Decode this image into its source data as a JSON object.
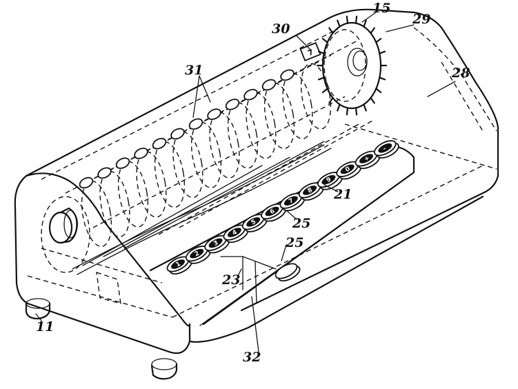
{
  "figure": {
    "reference_numerals": {
      "r15": "15",
      "r29": "29",
      "r30": "30",
      "r31": "31",
      "r28": "28",
      "r21": "21",
      "r25a": "25",
      "r25b": "25",
      "r23": "23",
      "r11": "11",
      "r32": "32"
    },
    "key_labels": [
      "1",
      "2",
      "3",
      "4",
      "5",
      "6",
      "7",
      "8",
      "9",
      "0",
      "+",
      "-"
    ],
    "window_digit": "7",
    "colors": {
      "ink": "#111111",
      "paper": "#ffffff"
    }
  }
}
